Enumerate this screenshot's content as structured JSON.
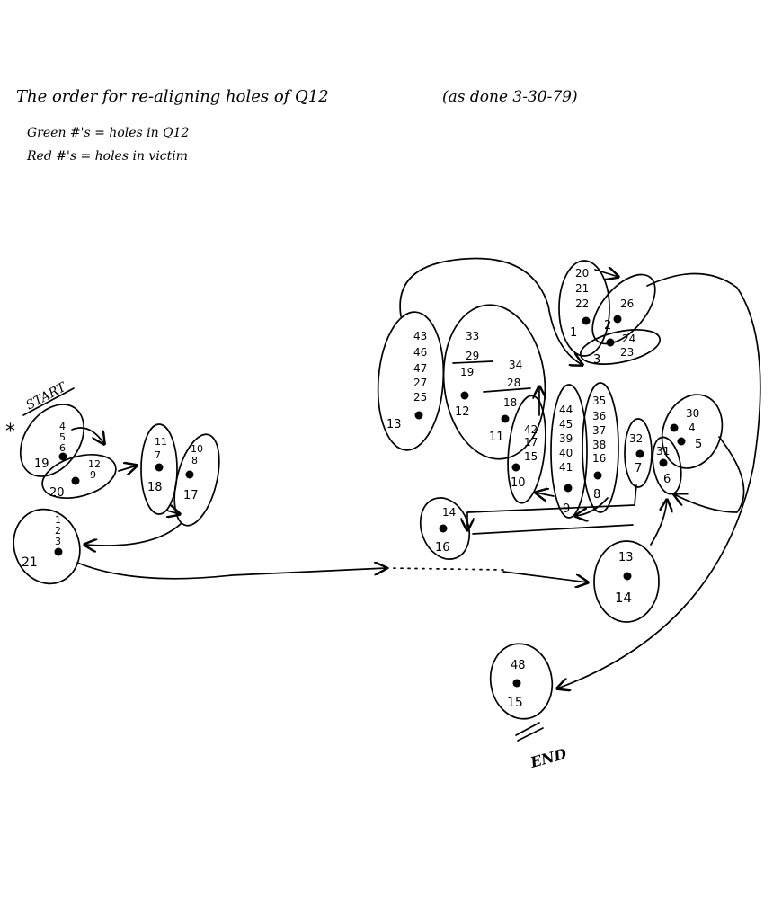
{
  "header": {
    "title": "The order for re-aligning holes of Q12",
    "date_note": "(as done 3-30-79)",
    "legend_green": "Green #'s = holes in Q12",
    "legend_red": "Red #'s = holes in victim"
  },
  "labels": {
    "start": "START",
    "asterisk": "*",
    "end": "END"
  },
  "groups": [
    {
      "id": "g19",
      "top": [
        "4",
        "5",
        "6"
      ],
      "bottom": "19"
    },
    {
      "id": "g20",
      "top": [
        "12",
        "9"
      ],
      "bottom": "20"
    },
    {
      "id": "g18",
      "top": [
        "11",
        "7"
      ],
      "bottom": "18"
    },
    {
      "id": "g17",
      "top": [
        "10",
        "8"
      ],
      "bottom": "17"
    },
    {
      "id": "g21",
      "top": [
        "1",
        "2",
        "3"
      ],
      "bottom": "21"
    },
    {
      "id": "g13",
      "top": [
        "43",
        "46",
        "47",
        "27",
        "25"
      ],
      "bottom": "13"
    },
    {
      "id": "g12",
      "top": [
        "33",
        "29",
        "19"
      ],
      "bottom": "12"
    },
    {
      "id": "g11",
      "top": [
        "34",
        "28",
        "18"
      ],
      "bottom": "11"
    },
    {
      "id": "g1",
      "top": [
        "20",
        "21",
        "22"
      ],
      "bottom": "1"
    },
    {
      "id": "g2",
      "top": [
        "26"
      ],
      "bottom": "2"
    },
    {
      "id": "g3",
      "top": [
        "24",
        "23"
      ],
      "bottom": "3"
    },
    {
      "id": "g10",
      "top": [
        "42",
        "17",
        "15"
      ],
      "bottom": "10"
    },
    {
      "id": "g9",
      "top": [
        "44",
        "45",
        "39",
        "40",
        "41"
      ],
      "bottom": "9"
    },
    {
      "id": "g8",
      "top": [
        "35",
        "36",
        "37",
        "38",
        "16"
      ],
      "bottom": "8"
    },
    {
      "id": "g7",
      "top": [
        "32"
      ],
      "bottom": "7"
    },
    {
      "id": "g6",
      "top": [
        "31"
      ],
      "bottom": "6"
    },
    {
      "id": "g5",
      "top": [
        "30",
        "4"
      ],
      "bottom": "5"
    },
    {
      "id": "g16",
      "top": [
        "14"
      ],
      "bottom": "16"
    },
    {
      "id": "g14",
      "top": [
        "13"
      ],
      "bottom": "14"
    },
    {
      "id": "g15",
      "top": [
        "48"
      ],
      "bottom": "15"
    }
  ]
}
